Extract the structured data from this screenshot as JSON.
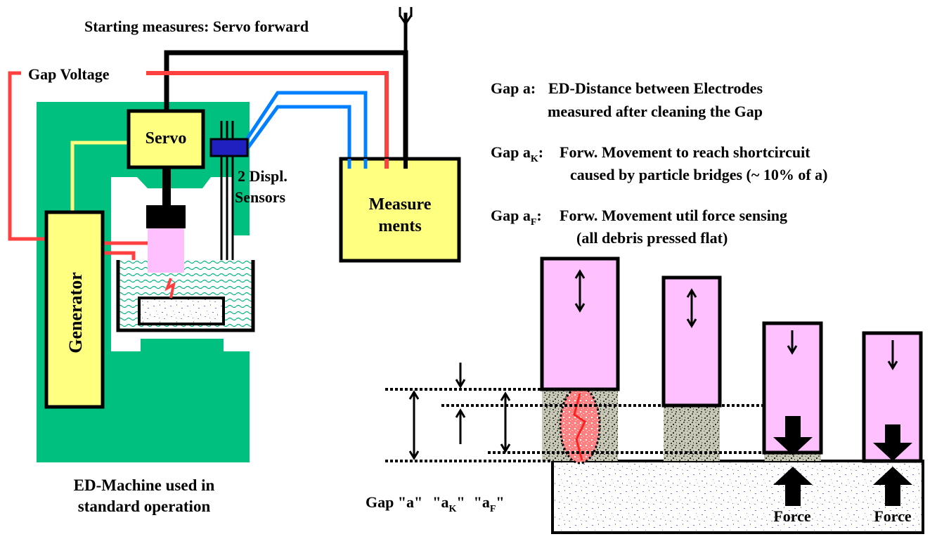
{
  "machine": {
    "title_line1": "Starting measures: Servo forward",
    "gap_voltage": "Gap Voltage",
    "servo": "Servo",
    "sensors_line1": "2 Displ.",
    "sensors_line2": "Sensors",
    "measurements_line1": "Measure",
    "measurements_line2": "ments",
    "generator": "Generator",
    "caption_line1": "ED-Machine used in",
    "caption_line2": "standard operation"
  },
  "definitions": {
    "gap_a_label": "Gap a:",
    "gap_a_line1": "ED-Distance between Electrodes",
    "gap_a_line2": "measured after cleaning the Gap",
    "gap_ak_label": "Gap a",
    "gap_ak_sub": "K",
    "gap_ak_line1": "Forw. Movement to reach shortcircuit",
    "gap_ak_line2": "caused by particle bridges (~ 10% of a)",
    "gap_af_label": "Gap a",
    "gap_af_sub": "F",
    "gap_af_line1": "Forw. Movement util force sensing",
    "gap_af_line2": "(all debris pressed flat)"
  },
  "gap_labels": {
    "gap_a": "Gap \"a\"",
    "ak_open": "\"a",
    "ak_sub": "K",
    "ak_close": "\"",
    "af_open": "\"a",
    "af_sub": "F",
    "af_close": "\""
  },
  "force_labels": [
    "Force",
    "Force"
  ],
  "colors": {
    "machine_body": "#00c080",
    "box_fill": "#ffff80",
    "electrode": "#ffc0ff",
    "wire_red": "#ff4040",
    "wire_blue": "#0080ff",
    "wire_yellow": "#ffff80",
    "sensor_block": "#2020c0",
    "spark": "#ff4040"
  },
  "icons": [
    "ground-icon",
    "up-down-arrow-icon",
    "down-arrow-icon",
    "force-arrow-icon"
  ]
}
